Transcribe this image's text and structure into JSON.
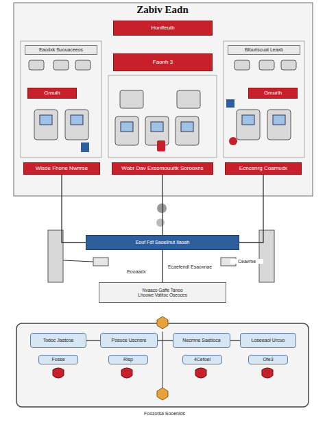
{
  "diagram": {
    "title": "Zabiv Eadn",
    "nodes": [
      {
        "text": [
          "Honffeuth"
        ]
      },
      {
        "text": [
          "Faonh 3"
        ]
      },
      {
        "text": [
          "Eaodxk Suouaceeos"
        ]
      },
      {
        "text": [
          "Bfouriscuat Leaxb"
        ]
      },
      {
        "text": [
          "Gmuih"
        ]
      },
      {
        "text": [
          "Gmurih"
        ]
      },
      {
        "text": [
          "Wisde Fhone Nwnrse"
        ]
      },
      {
        "text": [
          "Wobr Dav Exsomouuitk Sorooxns"
        ]
      },
      {
        "text": [
          "Ecncenrg Coamudx"
        ]
      },
      {
        "text": [
          "Eouf Fdf Saoeilnut Ilaoah"
        ]
      },
      {
        "text": [
          "Nvaaco Gaffe Tanoo",
          "Lhoowe Vatitoc Oseoces"
        ]
      },
      {
        "text": [
          "Todoc Jastcoe"
        ]
      },
      {
        "text": [
          "Posoce Uscnsre"
        ]
      },
      {
        "text": [
          "Necmne Saetioca"
        ]
      },
      {
        "text": [
          "Loseeaoi Urcuo"
        ]
      },
      {
        "text": [
          "Fosse"
        ]
      },
      {
        "text": [
          "Risp"
        ]
      },
      {
        "text": [
          "4Cefoel"
        ]
      },
      {
        "text": [
          "Ofe3"
        ]
      }
    ],
    "edges": [
      {
        "from": 7,
        "to": 9,
        "arrow": "none"
      },
      {
        "from": 6,
        "to": 9,
        "arrow": "none"
      },
      {
        "from": 8,
        "to": 9,
        "arrow": "none"
      },
      {
        "from": 9,
        "to": 10,
        "arrow": "none"
      },
      {
        "from": 11,
        "to": 12,
        "arrow": "none"
      },
      {
        "from": 12,
        "to": 13,
        "arrow": "none"
      },
      {
        "from": 13,
        "to": 14,
        "arrow": "none"
      }
    ],
    "labels": [
      "Eooaadx",
      "Ecaefendl Esaoxnae",
      "Ceavme",
      "Foozotsa Sooenlds"
    ]
  }
}
